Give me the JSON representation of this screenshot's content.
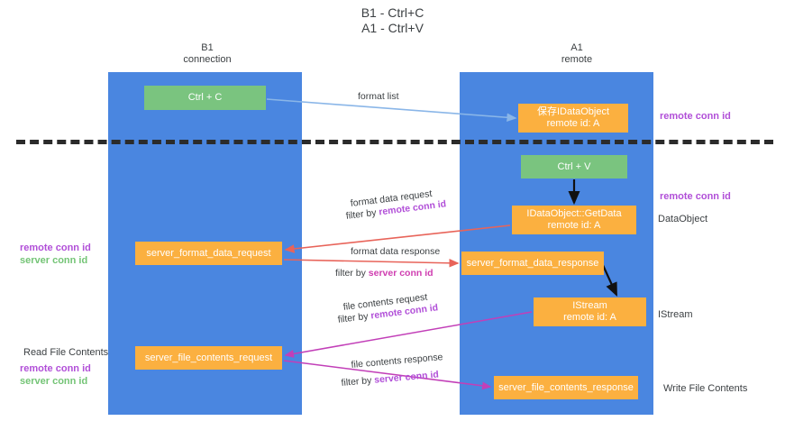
{
  "title": {
    "line1": "B1 - Ctrl+C",
    "line2": "A1 - Ctrl+V"
  },
  "columns": [
    {
      "name": "B1",
      "subtitle": "connection"
    },
    {
      "name": "A1",
      "subtitle": "remote"
    }
  ],
  "nodes": {
    "ctrl_c": {
      "label": "Ctrl + C",
      "color": "#7ac47f"
    },
    "idataobject": {
      "label": "保存IDataObject",
      "sub": "remote id: A",
      "color": "#fbb040"
    },
    "ctrl_v": {
      "label": "Ctrl + V",
      "color": "#7ac47f"
    },
    "getdata": {
      "label": "IDataObject::GetData",
      "sub": "remote id: A",
      "color": "#fbb040"
    },
    "server_format_data_request": {
      "label": "server_format_data_request",
      "color": "#fbb040"
    },
    "server_format_data_response": {
      "label": "server_format_data_response",
      "color": "#fbb040"
    },
    "istream": {
      "label": "IStream",
      "sub": "remote id: A",
      "color": "#fbb040"
    },
    "server_file_contents_request": {
      "label": "server_file_contents_request",
      "color": "#fbb040"
    },
    "server_file_contents_response": {
      "label": "server_file_contents_response",
      "color": "#fbb040"
    }
  },
  "edge_labels": {
    "format_list": "format list",
    "format_data_request": "format data request",
    "format_data_request_filter_pre": "filter by ",
    "format_data_request_filter_key": "remote conn id",
    "format_data_response": "format data response",
    "format_data_response_filter_pre": "filter by ",
    "format_data_response_filter_key": "server conn id",
    "file_contents_request": "file contents request",
    "file_contents_request_filter_pre": "filter by ",
    "file_contents_request_filter_key": "remote conn id",
    "file_contents_response": "file contents response",
    "file_contents_response_filter_pre": "filter by ",
    "file_contents_response_filter_key": "server conn id"
  },
  "annotations": {
    "right_remote_conn_id_top": "remote conn id",
    "right_remote_conn_id_mid": "remote conn id",
    "dataobject": "DataObject",
    "istream": "IStream",
    "write_file_contents": "Write File Contents",
    "left_remote_conn_id": "remote conn id",
    "left_server_conn_id": "server conn id",
    "read_file_contents": "Read File Contents",
    "left_remote_conn_id_2": "remote conn id",
    "left_server_conn_id_2": "server conn id"
  },
  "colors": {
    "lane": "#4a86e0",
    "green_node": "#7ac47f",
    "orange_node": "#fbb040",
    "purple": "#b14fd8",
    "green_text": "#74c476",
    "red_arrow": "#e8645a",
    "magenta_arrow": "#c23fb8",
    "blue_arrow": "#8ab6e8",
    "divider": "#2b2b2b"
  }
}
